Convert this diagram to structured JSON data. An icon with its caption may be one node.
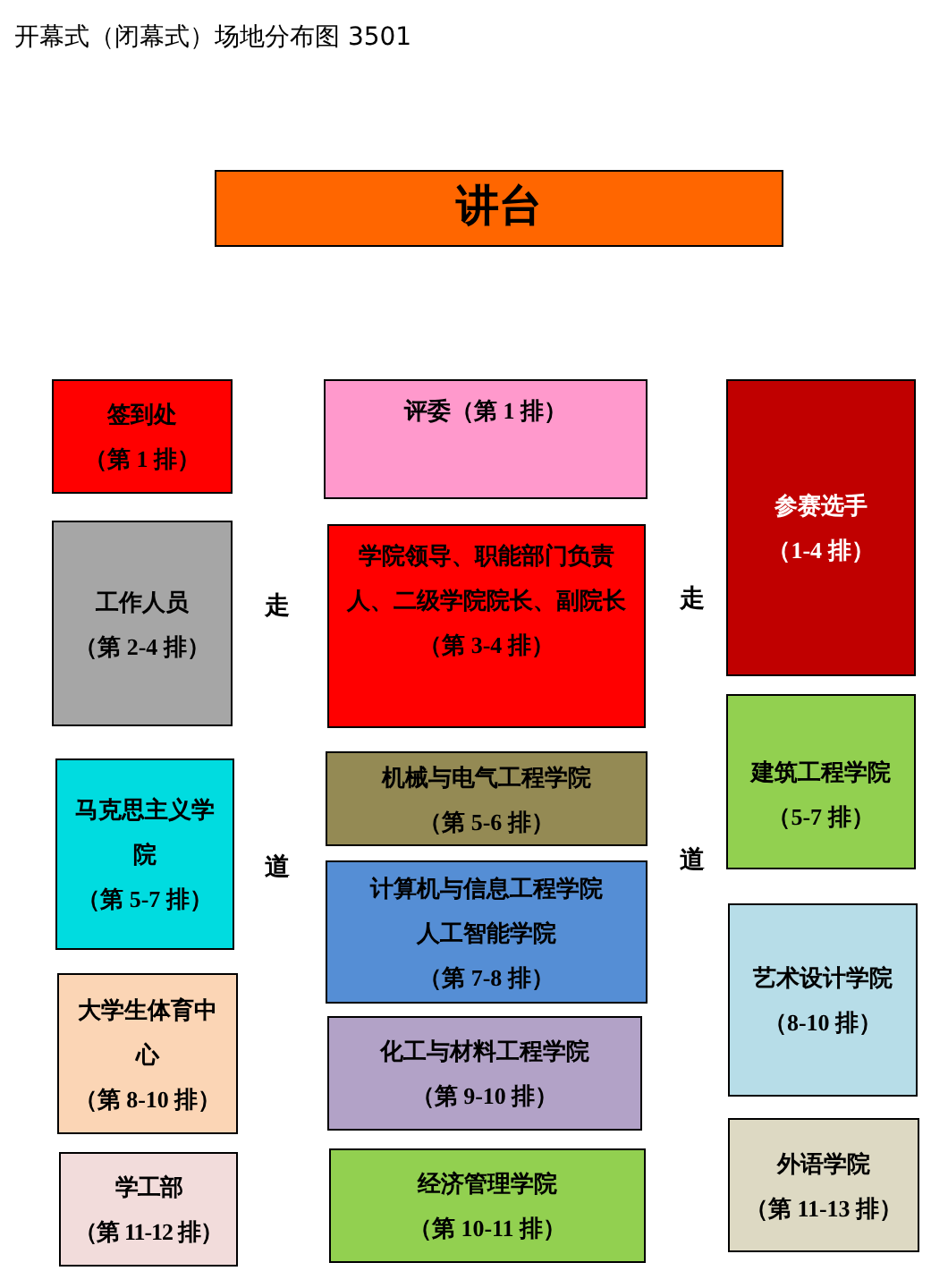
{
  "diagram": {
    "title": "开幕式（闭幕式）场地分布图 3501",
    "nodes": [
      {
        "text": [
          "讲台"
        ]
      },
      {
        "text": [
          "签到处",
          "（第 1 排）"
        ]
      },
      {
        "text": [
          "评委（第 1 排）"
        ]
      },
      {
        "text": [
          "参赛选手",
          "（1-4 排）"
        ]
      },
      {
        "text": [
          "工作人员",
          "（第 2-4 排）"
        ]
      },
      {
        "text": [
          "学院领导、职能部门负责人、二级学院院长、副院长",
          "（第 3-4 排）"
        ]
      },
      {
        "text": [
          "马克思主义学院",
          "（第 5-7 排）"
        ]
      },
      {
        "text": [
          "机械与电气工程学院",
          "（第 5-6 排）"
        ]
      },
      {
        "text": [
          "建筑工程学院",
          "（5-7 排）"
        ]
      },
      {
        "text": [
          "计算机与信息工程学院",
          "人工智能学院",
          "（第 7-8 排）"
        ]
      },
      {
        "text": [
          "大学生体育中心",
          "（第 8-10 排）"
        ]
      },
      {
        "text": [
          "艺术设计学院",
          "（8-10 排）"
        ]
      },
      {
        "text": [
          "化工与材料工程学院",
          "（第 9-10 排）"
        ]
      },
      {
        "text": [
          "学工部",
          "（第 11-12 排）"
        ]
      },
      {
        "text": [
          "经济管理学院",
          "（第 10-11 排）"
        ]
      },
      {
        "text": [
          "外语学院",
          "（第 11-13 排）"
        ]
      }
    ],
    "labels": [
      "走",
      "走",
      "道",
      "道"
    ]
  }
}
